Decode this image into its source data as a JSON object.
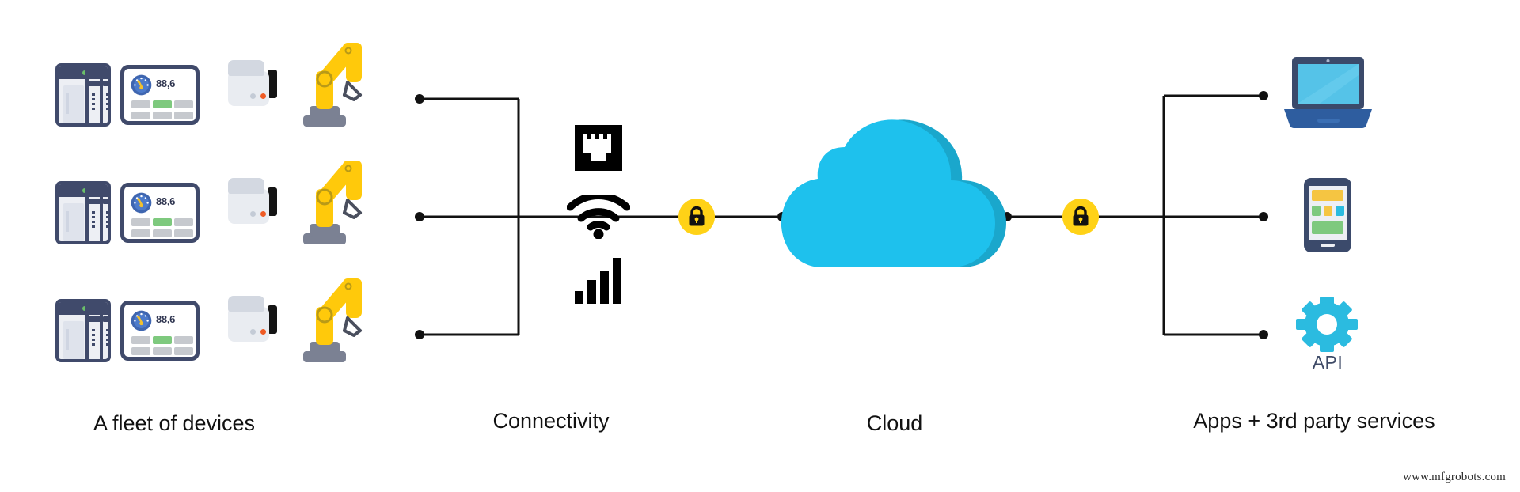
{
  "diagram": {
    "title": "IoT architecture flow",
    "background": "#ffffff"
  },
  "columns": [
    {
      "id": "devices",
      "label": "A fleet of devices"
    },
    {
      "id": "connectivity",
      "label": "Connectivity"
    },
    {
      "id": "cloud",
      "label": "Cloud"
    },
    {
      "id": "apps",
      "label": "Apps + 3rd party services"
    }
  ],
  "devices": {
    "rows": [
      {
        "gauge_value": "88,6"
      },
      {
        "gauge_value": "88,6"
      },
      {
        "gauge_value": "88,6"
      }
    ],
    "icon_names": [
      "plc-controller-icon",
      "tablet-gauge-icon",
      "camera-icon",
      "robot-arm-icon"
    ]
  },
  "connectivity": {
    "icons": [
      {
        "name": "ethernet-port-icon",
        "label": "Ethernet"
      },
      {
        "name": "wifi-icon",
        "label": "Wi-Fi"
      },
      {
        "name": "cellular-signal-icon",
        "label": "Cellular"
      }
    ]
  },
  "security": {
    "left_lock": {
      "name": "lock-icon",
      "label": "Secure uplink"
    },
    "right_lock": {
      "name": "lock-icon",
      "label": "Secure downlink"
    }
  },
  "cloud": {
    "name": "cloud-icon",
    "label": "Cloud"
  },
  "apps": {
    "items": [
      {
        "name": "laptop-icon",
        "label": "Laptop app"
      },
      {
        "name": "mobile-app-icon",
        "label": "Mobile app"
      },
      {
        "name": "api-gear-icon",
        "label": "API"
      }
    ],
    "api_label": "API"
  },
  "colors": {
    "robot_yellow": "#FFC90B",
    "robot_base_grey": "#7B8193",
    "device_navy": "#404a6b",
    "cloud_light": "#1EC1ED",
    "cloud_dark": "#1AA7CC",
    "lock_yellow": "#FFD217",
    "laptop_blue": "#2E5D9F",
    "laptop_screen": "#55C3E8",
    "api_cyan": "#2BBBE0",
    "api_text": "#3e4a66",
    "line_black": "#111111"
  },
  "watermark": {
    "text": "www.mfgrobots.com"
  }
}
